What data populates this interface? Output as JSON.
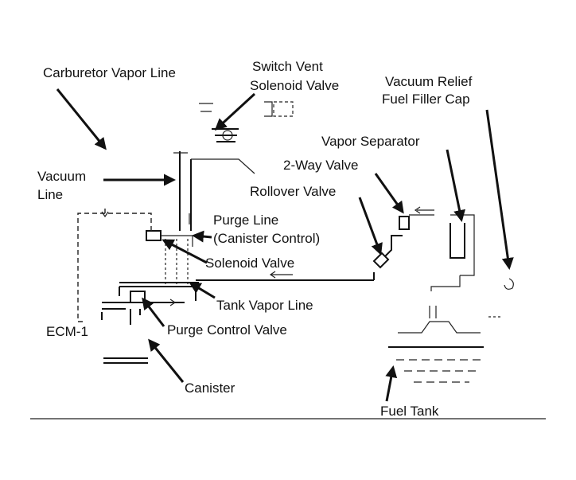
{
  "labels": {
    "carburetor_vapor_line": "Carburetor Vapor Line",
    "switch_vent_1": "Switch Vent",
    "switch_vent_2": "Solenoid Valve",
    "vacuum_relief_1": "Vacuum Relief",
    "vacuum_relief_2": "Fuel Filler Cap",
    "vapor_separator": "Vapor Separator",
    "two_way_valve": "2-Way Valve",
    "vacuum_line_1": "Vacuum",
    "vacuum_line_2": "Line",
    "rollover_valve": "Rollover Valve",
    "purge_line_1": "Purge Line",
    "purge_line_2": "(Canister Control)",
    "solenoid_valve": "Solenoid Valve",
    "tank_vapor_line": "Tank Vapor Line",
    "ecm": "ECM-1",
    "purge_control_valve": "Purge Control Valve",
    "canister": "Canister",
    "fuel_tank": "Fuel Tank"
  }
}
